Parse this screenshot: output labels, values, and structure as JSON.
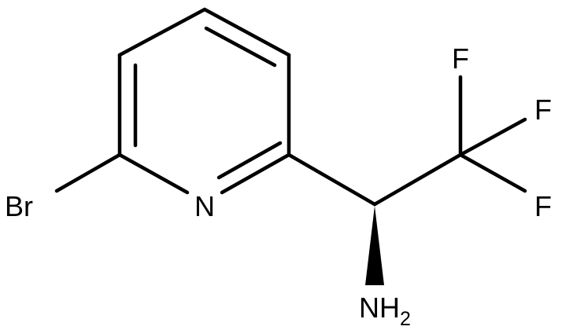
{
  "molecule": {
    "atoms": {
      "br": "Br",
      "n": "N",
      "f1": "F",
      "f2": "F",
      "f3": "F",
      "nh2_main": "NH",
      "nh2_sub": "2"
    },
    "colors": {
      "bond": "#000000",
      "label": "#000000",
      "background": "#ffffff"
    }
  }
}
